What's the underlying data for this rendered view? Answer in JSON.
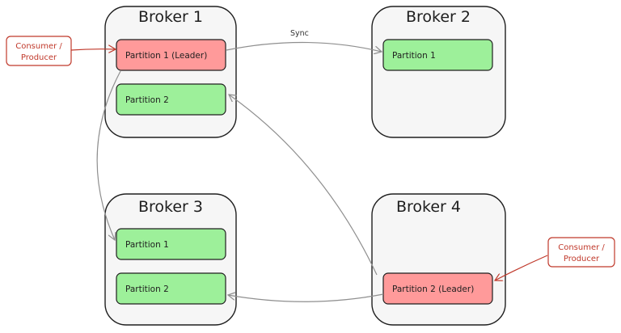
{
  "brokers": [
    {
      "name": "Broker 1",
      "partitions": [
        {
          "label": "Partition 1 (Leader)",
          "leader": true
        },
        {
          "label": "Partition 2",
          "leader": false
        }
      ]
    },
    {
      "name": "Broker 2",
      "partitions": [
        {
          "label": "Partition 1",
          "leader": false
        }
      ]
    },
    {
      "name": "Broker 3",
      "partitions": [
        {
          "label": "Partition 1",
          "leader": false
        },
        {
          "label": "Partition 2",
          "leader": false
        }
      ]
    },
    {
      "name": "Broker 4",
      "partitions": [
        {
          "label": "Partition 2 (Leader)",
          "leader": true
        }
      ]
    }
  ],
  "clients": [
    {
      "line1": "Consumer /",
      "line2": "Producer"
    },
    {
      "line1": "Consumer /",
      "line2": "Producer"
    }
  ],
  "edges": {
    "sync_label": "Sync"
  },
  "colors": {
    "leader": "#ff9a9a",
    "follower": "#9df09a",
    "client_border": "#c0392b",
    "edge": "#8f8f8f"
  }
}
